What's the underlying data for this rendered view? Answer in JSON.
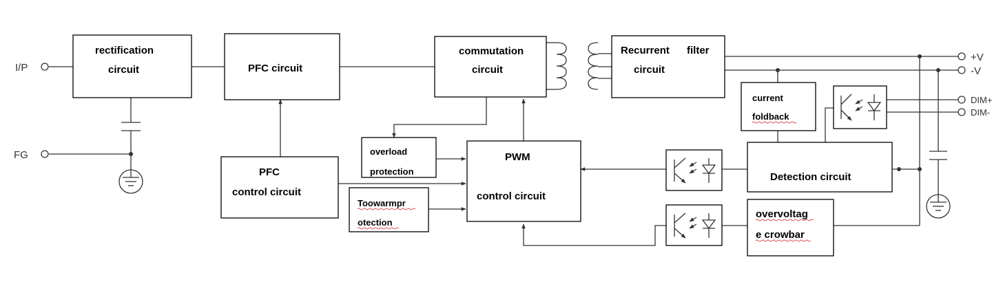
{
  "terminals": {
    "input": "I/P",
    "frame_ground": "FG",
    "positive_out": "+V",
    "negative_out": "-V",
    "dim_plus": "DIM+",
    "dim_minus": "DIM-"
  },
  "blocks": {
    "rectification": {
      "line1": "rectification",
      "line2": "circuit"
    },
    "pfc": {
      "line1": "PFC circuit"
    },
    "commutation": {
      "line1": "commutation",
      "line2": "circuit"
    },
    "recurrent_filter": {
      "line1": "Recurrent",
      "line1b": "filter",
      "line2": "circuit"
    },
    "current_foldback": {
      "line1": "current",
      "line2": "foldback"
    },
    "overload": {
      "line1": "overload",
      "line2": "protection"
    },
    "pfc_control": {
      "line1": "PFC",
      "line2": "control circuit"
    },
    "pwm_control": {
      "line1": "PWM",
      "line2": "control circuit"
    },
    "too_warm": {
      "line1": "Toowarmpr",
      "line2": "otection"
    },
    "detection": {
      "line1": "Detection circuit"
    },
    "overvoltage": {
      "line1": "overvoltag",
      "line2": "e crowbar"
    }
  },
  "colors": {
    "line": "#333333",
    "box_border": "#000000",
    "spellcheck": "#d02020"
  },
  "icons": [
    "ground-icon",
    "capacitor-icon",
    "transformer-icon",
    "optocoupler-icon",
    "arrow-icon",
    "junction-dot-icon"
  ]
}
